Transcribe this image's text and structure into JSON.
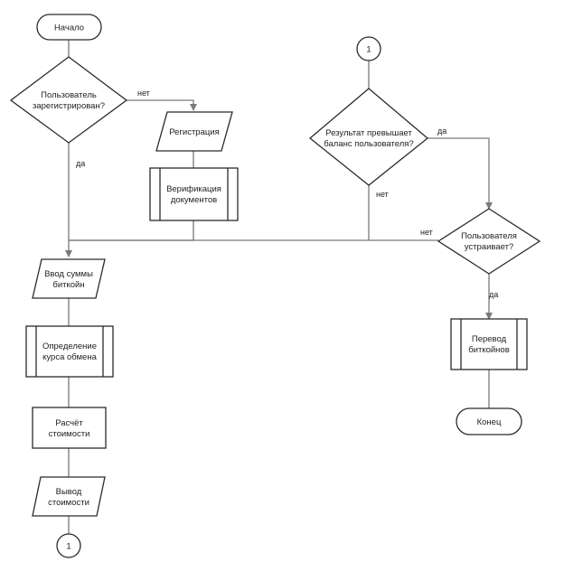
{
  "nodes": {
    "start": "Начало",
    "q_registered": [
      "Пользователь",
      "зарегистрирован?"
    ],
    "registration": "Регистрация",
    "verification": [
      "Верификация",
      "документов"
    ],
    "input_amount": [
      "Ввод суммы",
      "биткойн"
    ],
    "rate": [
      "Определение",
      "курса обмена"
    ],
    "calc": [
      "Расчёт",
      "стоимости"
    ],
    "output": [
      "Вывод",
      "стоимости"
    ],
    "connector_bottom": "1",
    "connector_top": "1",
    "q_balance": [
      "Результат превышает",
      "баланс пользователя?"
    ],
    "q_satisfied": [
      "Пользователя",
      "устраивает?"
    ],
    "transfer": [
      "Перевод",
      "биткойнов"
    ],
    "end": "Конец"
  },
  "edges": {
    "registered_no": "нет",
    "registered_yes": "да",
    "balance_yes": "да",
    "balance_no": "нет",
    "satisfied_no": "нет",
    "satisfied_yes": "да"
  },
  "colors": {
    "stroke": "#2b2b2b",
    "connector": "#7a7a7a",
    "fill": "#ffffff"
  }
}
